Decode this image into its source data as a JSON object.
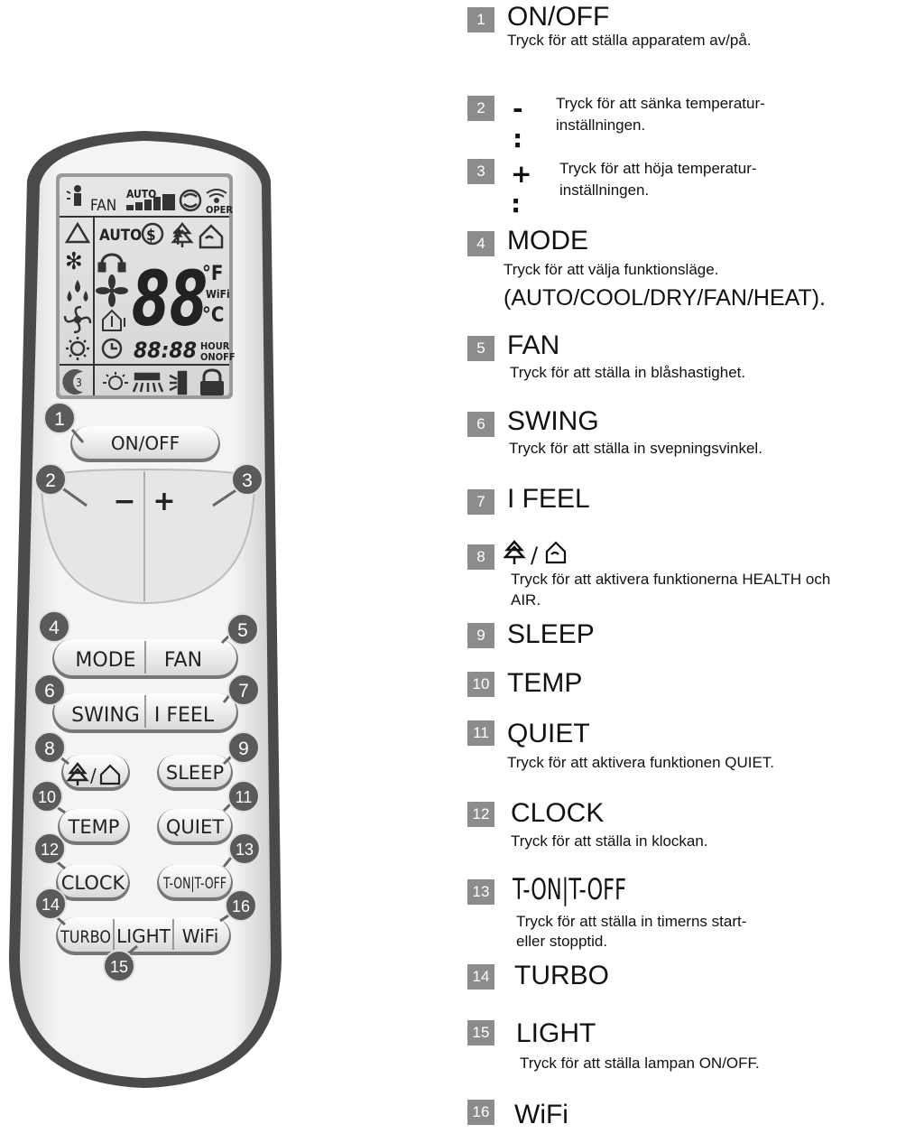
{
  "remote": {
    "lcd": {
      "fan_label": "FAN",
      "auto_label": "AUTO",
      "oper_label": "OPER",
      "mode_auto_label": "AUTO",
      "temp_digits": "88",
      "unit_f": "°F",
      "wifi_label": "WiFi",
      "unit_c": "°C",
      "time_digits": "88:88",
      "hour_label": "HOUR",
      "onoff_label": "ONOFF"
    },
    "buttons": {
      "onoff": "ON/OFF",
      "minus": "−",
      "plus": "+",
      "mode": "MODE",
      "fan": "FAN",
      "swing": "SWING",
      "ifeel": "I FEEL",
      "sleep": "SLEEP",
      "temp": "TEMP",
      "quiet": "QUIET",
      "clock": "CLOCK",
      "timer": "T-ON|T-OFF",
      "turbo": "TURBO",
      "light": "LIGHT",
      "wifi": "WiFi"
    },
    "callouts": [
      "1",
      "2",
      "3",
      "4",
      "5",
      "6",
      "7",
      "8",
      "9",
      "10",
      "11",
      "12",
      "13",
      "14",
      "15",
      "16"
    ]
  },
  "legend": [
    {
      "num": "1",
      "title": "ON/OFF",
      "desc": "Tryck för att ställa apparatem av/på."
    },
    {
      "num": "2",
      "symbol": "- :",
      "desc_lines": [
        "Tryck för att sänka temperatur-",
        "inställningen."
      ]
    },
    {
      "num": "3",
      "symbol": "+ :",
      "desc_lines": [
        "Tryck för att höja temperatur-",
        "inställningen."
      ]
    },
    {
      "num": "4",
      "title": "MODE",
      "desc": "Tryck för att välja funktionsläge.",
      "desc2": "(AUTO/COOL/DRY/FAN/HEAT)."
    },
    {
      "num": "5",
      "title": "FAN",
      "desc": "Tryck för att ställa in blåshastighet."
    },
    {
      "num": "6",
      "title": "SWING",
      "desc": "Tryck för att ställa in svepningsvinkel."
    },
    {
      "num": "7",
      "title": "I FEEL"
    },
    {
      "num": "8",
      "title_sep": "/",
      "desc_lines": [
        "Tryck för att aktivera funktionerna HEALTH och",
        "AIR."
      ]
    },
    {
      "num": "9",
      "title": "SLEEP"
    },
    {
      "num": "10",
      "title": "TEMP"
    },
    {
      "num": "11",
      "title": "QUIET",
      "desc": "Tryck för att aktivera funktionen QUIET."
    },
    {
      "num": "12",
      "title": "CLOCK",
      "desc": "Tryck för att ställa in klockan."
    },
    {
      "num": "13",
      "title": "T-ON|T-OFF",
      "desc_lines": [
        "Tryck för att ställa in timerns start-",
        "eller stopptid."
      ]
    },
    {
      "num": "14",
      "title": "TURBO"
    },
    {
      "num": "15",
      "title": "LIGHT",
      "desc": "Tryck för att ställa lampan ON/OFF."
    },
    {
      "num": "16",
      "title": "WiFi"
    }
  ],
  "icons": [
    "human-icon",
    "fan-bars-icon",
    "swirl-icon",
    "signal-icon",
    "auto-icon",
    "cool-icon",
    "dry-icon",
    "fan-icon",
    "heat-icon",
    "dollar-icon",
    "health-tree-icon",
    "air-house-icon",
    "headphone-icon",
    "propeller-icon",
    "thermo-house-icon",
    "clock-icon",
    "sleep-icon",
    "light-icon",
    "swing-icon",
    "quiet-icon",
    "lock-icon"
  ]
}
